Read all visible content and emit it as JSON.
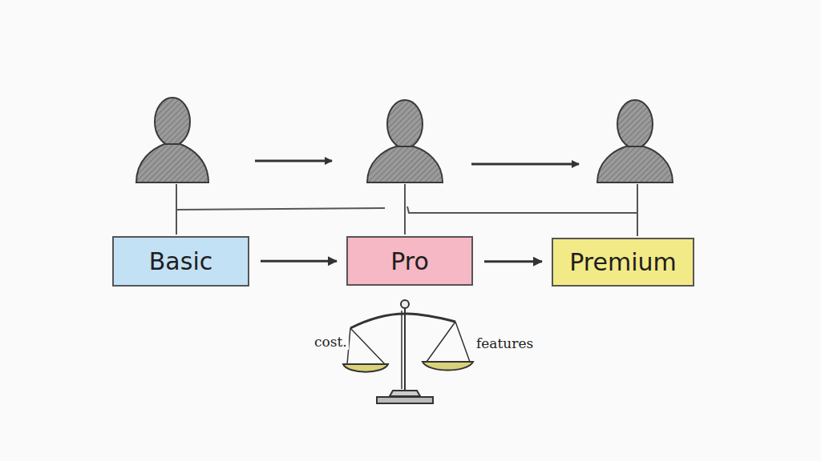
{
  "diagram": {
    "nodes": [
      {
        "text": [
          "Basic"
        ]
      },
      {
        "text": [
          "Pro"
        ]
      },
      {
        "text": [
          "Premium"
        ]
      }
    ],
    "edges": [
      {
        "from": 0,
        "to": 1,
        "arrow": "to"
      },
      {
        "from": 1,
        "to": 2,
        "arrow": "to"
      }
    ],
    "labels": [
      "cost.",
      "features"
    ]
  }
}
